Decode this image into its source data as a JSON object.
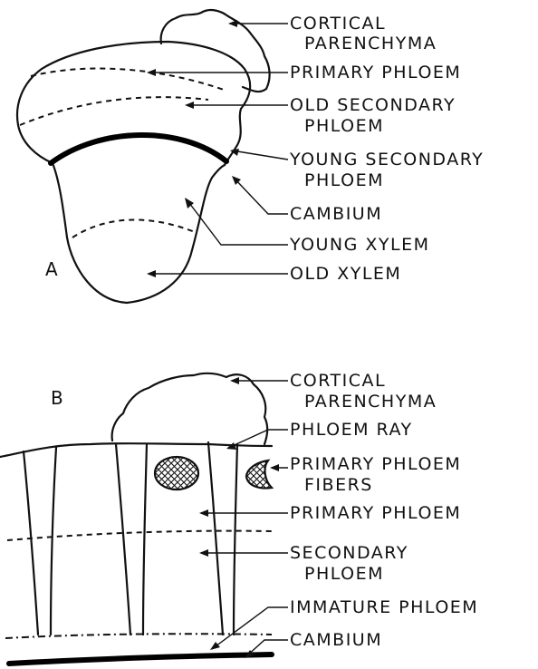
{
  "panel_a": {
    "letter": "A",
    "labels": {
      "cortical_1": "CORTICAL",
      "cortical_2": "PARENCHYMA",
      "primary_phloem": "PRIMARY  PHLOEM",
      "old_sec_1": "OLD  SECONDARY",
      "old_sec_2": "PHLOEM",
      "young_sec_1": "YOUNG  SECONDARY",
      "young_sec_2": "PHLOEM",
      "cambium": "CAMBIUM",
      "young_xylem": "YOUNG  XYLEM",
      "old_xylem": "OLD  XYLEM"
    }
  },
  "panel_b": {
    "letter": "B",
    "labels": {
      "cortical_1": "CORTICAL",
      "cortical_2": "PARENCHYMA",
      "phloem_ray": "PHLOEM  RAY",
      "fibers_1": "PRIMARY  PHLOEM",
      "fibers_2": "FIBERS",
      "primary_phloem": "PRIMARY  PHLOEM",
      "secondary_1": "SECONDARY",
      "secondary_2": "PHLOEM",
      "immature": "IMMATURE  PHLOEM",
      "cambium": "CAMBIUM"
    }
  }
}
